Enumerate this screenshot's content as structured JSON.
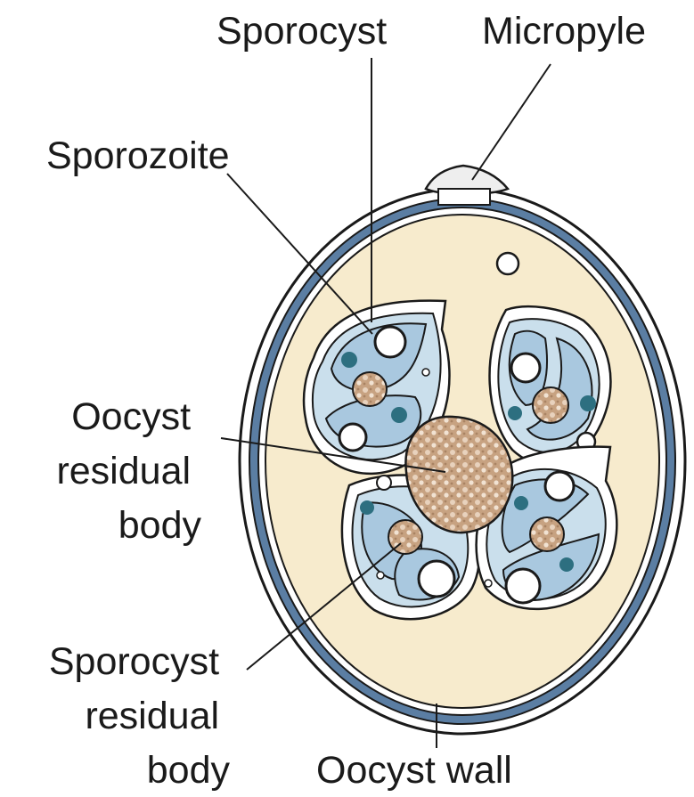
{
  "labels": {
    "sporocyst": "Sporocyst",
    "micropyle": "Micropyle",
    "sporozoite": "Sporozoite",
    "oocyst_residual_body": [
      "Oocyst",
      "residual",
      "body"
    ],
    "sporocyst_residual_body": [
      "Sporocyst",
      "residual",
      "body"
    ],
    "oocyst_wall": "Oocyst wall"
  },
  "colors": {
    "oocyst_interior": "#f7ebcd",
    "wall_blue": "#5b7ea3",
    "sporocyst_fill": "#cadfec",
    "sporozoite_fill": "#a9c8df",
    "nucleus": "#2d6f80",
    "residual_body": "#c7a281",
    "outline": "#1a1a1a"
  }
}
